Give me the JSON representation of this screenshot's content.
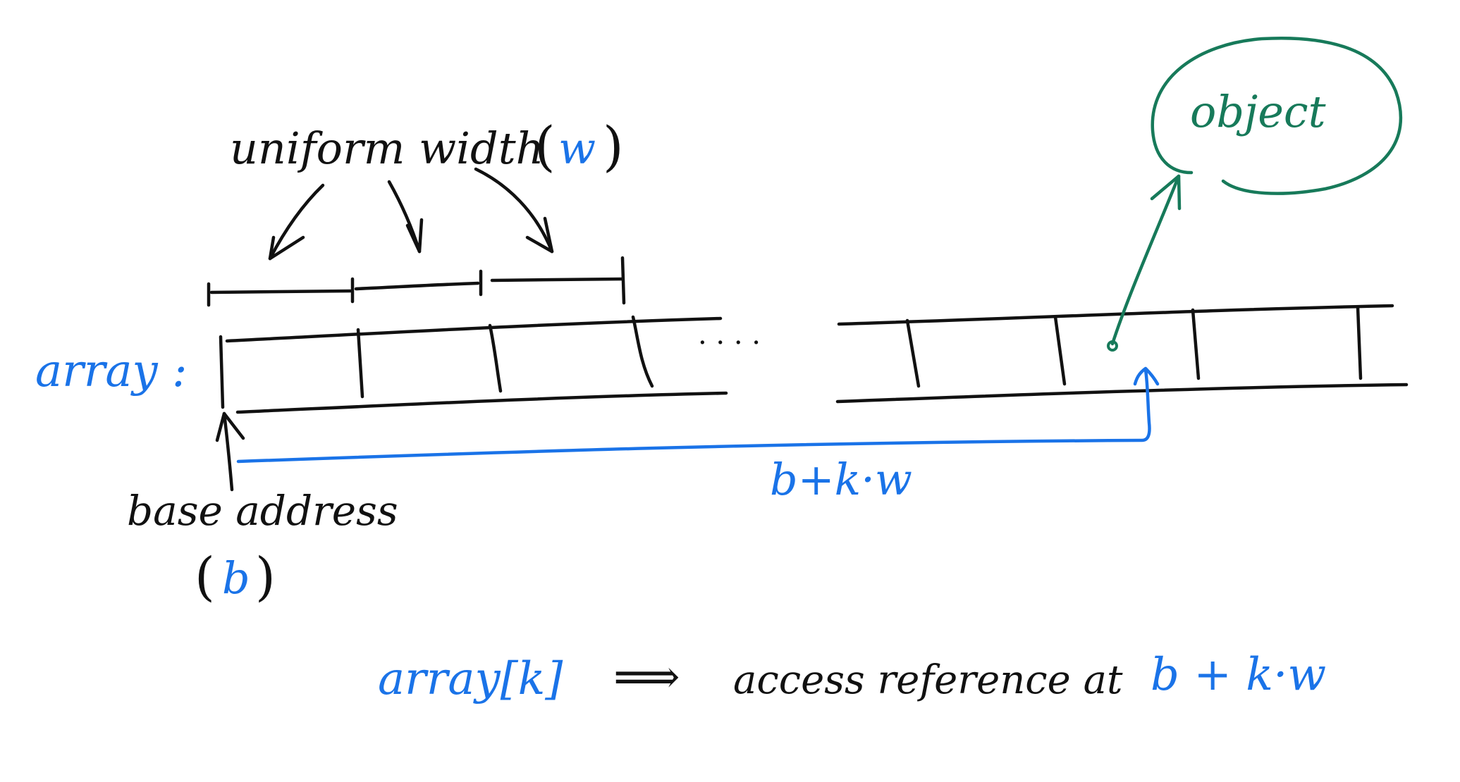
{
  "colors": {
    "black": "#111111",
    "blue": "#1a73e8",
    "green": "#177a5a",
    "background": "#ffffff"
  },
  "labels": {
    "uniform_width": "uniform width",
    "open_paren": "(",
    "w": "w",
    "close_paren": ")",
    "array": "array :",
    "dots": ". . . .",
    "object": "object",
    "base_address": "base address",
    "b_open": "(",
    "b": "b",
    "b_close": ")",
    "offset_formula": "b+k·w"
  },
  "equation": {
    "lhs": "array[k]",
    "implies": "⟹",
    "middle": "access reference at",
    "rhs": "b + k·w"
  }
}
